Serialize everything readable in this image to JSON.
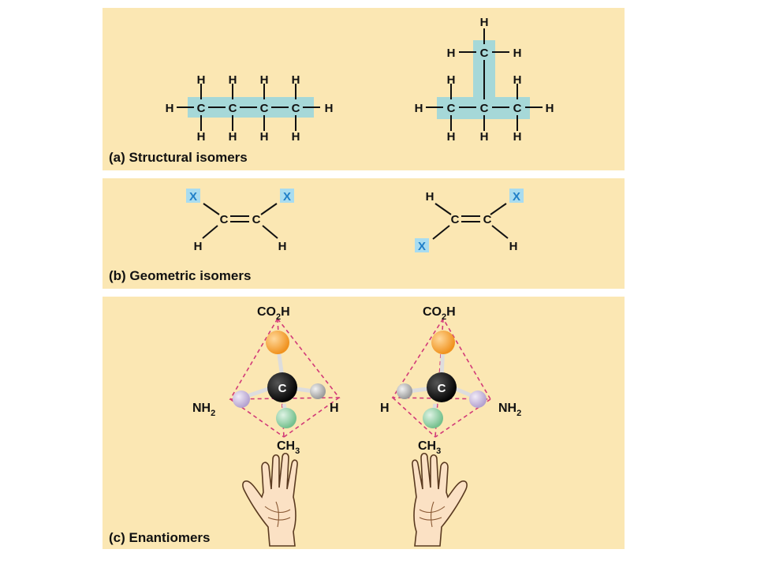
{
  "panels": {
    "a": {
      "caption": "(a) Structural isomers",
      "carbon": "C",
      "hydrogen": "H"
    },
    "b": {
      "caption": "(b) Geometric isomers",
      "carbon": "C",
      "hydrogen": "H",
      "x": "X"
    },
    "c": {
      "caption": "(c) Enantiomers",
      "carbon": "C",
      "hydrogen": "H",
      "co2h_main": "CO",
      "co2h_sub": "2",
      "co2h_tail": "H",
      "nh2_main": "NH",
      "nh2_sub": "2",
      "ch3_main": "CH",
      "ch3_sub": "3"
    }
  },
  "colors": {
    "panel_background": "#fbe7b3",
    "carbon_chain_highlight": "#a6d8d8",
    "x_box": "#a8dcf0",
    "x_text": "#1f7fc8",
    "co2h_ball": "#f0921e",
    "nh2_ball": "#c9b8dc",
    "ch3_ball": "#8fd0a4",
    "h_ball": "#b4b4b4",
    "c_ball": "#111111",
    "tetrahedron_dash": "#d23a78"
  }
}
